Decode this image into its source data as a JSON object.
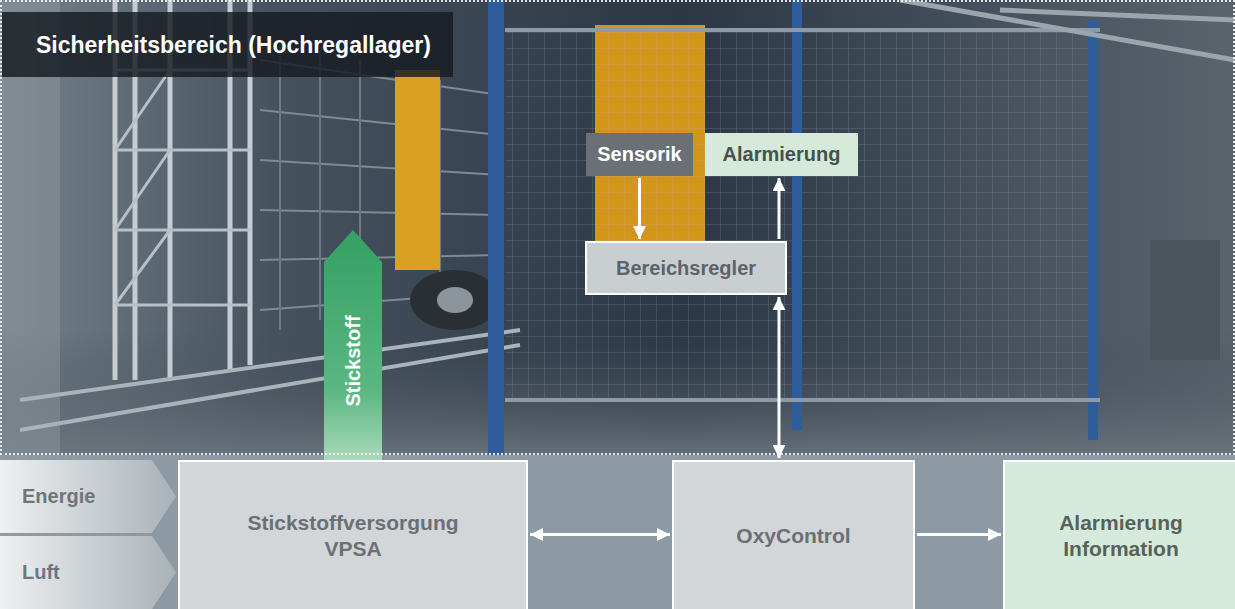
{
  "diagram": {
    "nodes": [
      {
        "text": [
          "Sicherheitsbereich (Hochregallager)"
        ]
      },
      {
        "text": [
          "Sensorik"
        ],
        "in": 0
      },
      {
        "text": [
          "Alarmierung"
        ],
        "in": 0
      },
      {
        "text": [
          "Bereichsregler"
        ],
        "in": 0
      },
      {
        "text": [
          "Energie"
        ]
      },
      {
        "text": [
          "Luft"
        ]
      },
      {
        "text": [
          "Stickstoffversorgung VPSA"
        ]
      },
      {
        "text": [
          "OxyControl"
        ]
      },
      {
        "text": [
          "Alarmierung Information"
        ]
      }
    ],
    "edges": [
      {
        "from": 1,
        "to": 3,
        "arrow": "to"
      },
      {
        "from": 3,
        "to": 2,
        "arrow": "to"
      },
      {
        "from": 3,
        "to": 7,
        "arrow": "both"
      },
      {
        "from": 6,
        "to": 7,
        "arrow": "both"
      },
      {
        "from": 7,
        "to": 8,
        "arrow": "to"
      },
      {
        "from": 6,
        "to": 0,
        "label": "Stickstoff",
        "arrow": "to"
      }
    ]
  }
}
